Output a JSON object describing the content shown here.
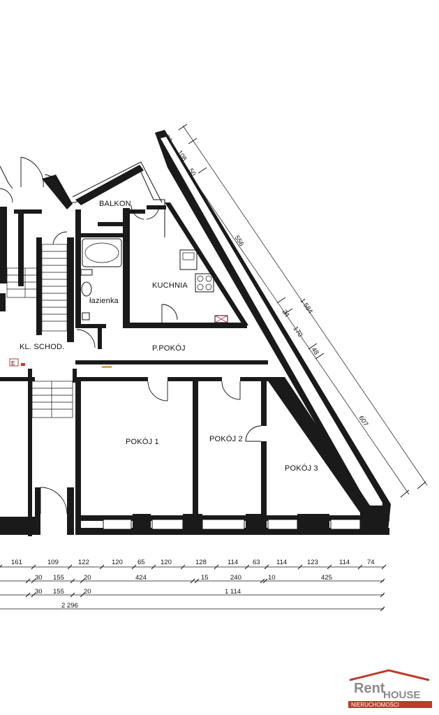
{
  "rooms": {
    "balkon": "BALKON",
    "kuchnia": "KUCHNIA",
    "lazienka": "łazienka",
    "klatka": "KL. SCHOD.",
    "przedpokoj": "P.POKÓJ",
    "pokoj1": "POKÓJ 1",
    "pokoj2": "POKÓJ 2",
    "pokoj3": "POKÓJ 3",
    "e_mark": "E"
  },
  "diagonal_dims": {
    "d20": "20",
    "d108": "108",
    "d50": "50",
    "d556": "556",
    "d1584": "1 584",
    "d24": "24",
    "d170": "170",
    "d48": "48",
    "d607": "607"
  },
  "bottom_dims": {
    "row1": [
      "161",
      "109",
      "122",
      "120",
      "65",
      "120",
      "128",
      "114",
      "63",
      "114",
      "123",
      "114",
      "74"
    ],
    "row2": [
      "30",
      "155",
      "20",
      "424",
      "15",
      "240",
      "10",
      "425"
    ],
    "row3": [
      "30",
      "155",
      "20",
      "1 114"
    ],
    "row4": [
      "2 296"
    ]
  },
  "logo": {
    "line1": "Rent",
    "line2": "HOUSE",
    "line3": "NIERUCHOMOŚCI"
  },
  "colors": {
    "ink": "#111111",
    "logo_red": "#c0392b",
    "logo_gray": "#8a8a8a"
  }
}
